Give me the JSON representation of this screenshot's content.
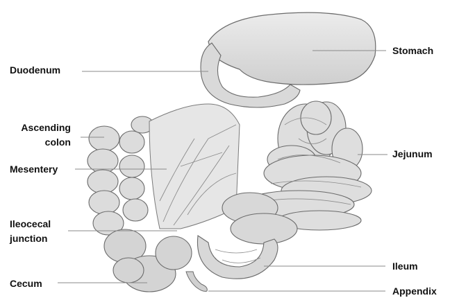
{
  "labels": {
    "stomach": "Stomach",
    "duodenum": "Duodenum",
    "ascending_colon_1": "Ascending",
    "ascending_colon_2": "colon",
    "mesentery": "Mesentery",
    "jejunum": "Jejunum",
    "ileocecal_1": "Ileocecal",
    "ileocecal_2": "junction",
    "ileum": "Ileum",
    "cecum": "Cecum",
    "appendix": "Appendix"
  },
  "colors": {
    "organ_fill": "#e4e4e4",
    "organ_shade": "#c8c8c8",
    "outline": "#6a6a6a",
    "leader_line": "#8a8a8a",
    "label_text": "#111111"
  }
}
